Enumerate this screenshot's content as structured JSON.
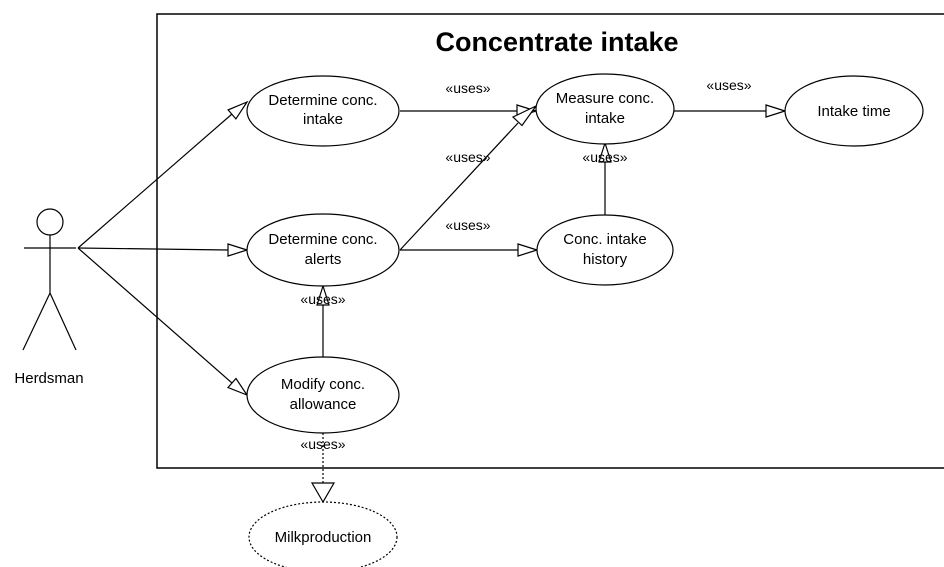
{
  "title": "Concentrate intake",
  "actor": {
    "label": "Herdsman"
  },
  "use_cases": {
    "determine_intake": [
      "Determine conc.",
      "intake"
    ],
    "measure_intake": [
      "Measure conc.",
      "intake"
    ],
    "intake_time": [
      "Intake time"
    ],
    "determine_alerts": [
      "Determine conc.",
      "alerts"
    ],
    "intake_history": [
      "Conc. intake",
      "history"
    ],
    "modify_allowance": [
      "Modify conc.",
      "allowance"
    ],
    "milkproduction": [
      "Milkproduction"
    ]
  },
  "relation_label": "«uses»"
}
